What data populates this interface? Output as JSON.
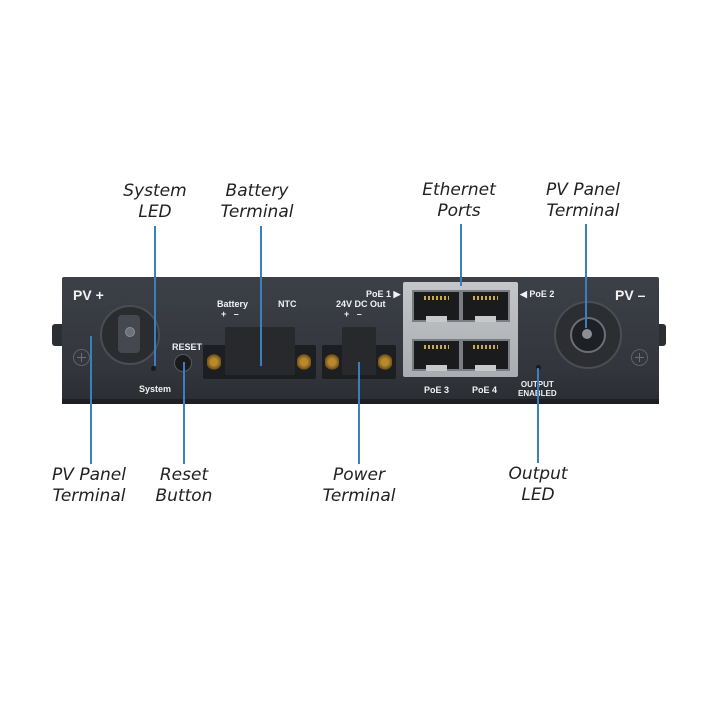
{
  "callouts": {
    "system_led": [
      "System",
      "LED"
    ],
    "battery_terminal": [
      "Battery",
      "Terminal"
    ],
    "ethernet_ports": [
      "Ethernet",
      "Ports"
    ],
    "pv_panel_terminal_top": [
      "PV Panel",
      "Terminal"
    ],
    "pv_panel_terminal_bottom": [
      "PV Panel",
      "Terminal"
    ],
    "reset_button": [
      "Reset",
      "Button"
    ],
    "power_terminal": [
      "Power",
      "Terminal"
    ],
    "output_led": [
      "Output",
      "LED"
    ]
  },
  "panel": {
    "pv_plus": "PV +",
    "pv_minus": "PV –",
    "reset": "RESET",
    "system": "System",
    "battery": "Battery",
    "battery_polarity": "+   –",
    "ntc": "NTC",
    "dc_out": "24V DC Out",
    "dc_out_polarity": "+   –",
    "poe1": "PoE 1 ▶",
    "poe2": "◀ PoE 2",
    "poe3": "PoE 3",
    "poe4": "PoE 4",
    "output_enabled": [
      "OUTPUT",
      "ENABLED"
    ]
  },
  "colors": {
    "leader": "#3a7fc1",
    "panel": "#36393f",
    "text": "#222222"
  }
}
